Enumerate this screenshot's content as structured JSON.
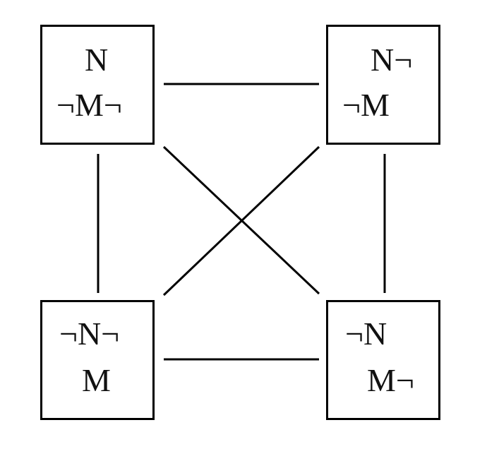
{
  "nodes": {
    "top_left": {
      "line1": "N",
      "line2": "¬M¬"
    },
    "top_right": {
      "line1": "N¬",
      "line2": "¬M"
    },
    "bottom_left": {
      "line1": "¬N¬",
      "line2": "M"
    },
    "bottom_right": {
      "line1": "¬N",
      "line2": "M¬"
    }
  },
  "edges": [
    [
      "top_left",
      "top_right"
    ],
    [
      "bottom_left",
      "bottom_right"
    ],
    [
      "top_left",
      "bottom_left"
    ],
    [
      "top_right",
      "bottom_right"
    ],
    [
      "top_left",
      "bottom_right"
    ],
    [
      "top_right",
      "bottom_left"
    ]
  ]
}
